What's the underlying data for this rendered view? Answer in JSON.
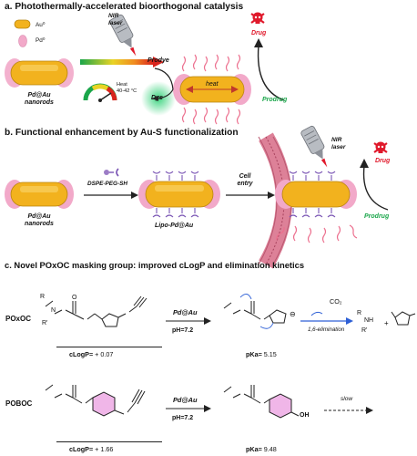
{
  "section_a": {
    "title": "a. Photothermally-accelerated bioorthogonal catalysis",
    "legend_au": "Au⁰",
    "legend_pd": "Pd⁰",
    "nir_laser": "NIR\nlaser",
    "prodye": "Prodye",
    "nanorods_label": "Pd@Au\nnanorods",
    "heat_gauge": "Heat\n40-42 °C",
    "heat": "heat",
    "dye": "Dye",
    "drug": "Drug",
    "prodrug": "Prodrug"
  },
  "section_b": {
    "title": "b. Functional enhancement by Au-S functionalization",
    "reagent": "DSPE-PEG-SH",
    "nanorods_label": "Pd@Au\nnanorods",
    "lipo_label": "Lipo-Pd@Au",
    "cell_entry": "Cell\nentry",
    "nir_laser": "NIR\nlaser",
    "drug": "Drug",
    "prodrug": "Prodrug"
  },
  "section_c": {
    "title": "c. Novel POxOC masking group: improved cLogP and elimination kinetics",
    "poxoc_name": "POxOC",
    "poboc_name": "POBOC",
    "catalyst": "Pd@Au",
    "ph": "pH=7.2",
    "poxoc_clogp_label": "cLogP=",
    "poxoc_clogp_value": "+ 0.07",
    "poboc_clogp_label": "cLogP=",
    "poboc_clogp_value": "+ 1.66",
    "poxoc_pka_label": "pKa=",
    "poxoc_pka_value": "5.15",
    "poboc_pka_label": "pKa=",
    "poboc_pka_value": "9.48",
    "co2": "CO₂",
    "elimination": "1,6-elimination",
    "slow": "slow",
    "plus": "+",
    "atoms": {
      "R": "R",
      "N": "N",
      "R_prime": "R'",
      "O": "O",
      "NH": "NH",
      "OH": "OH",
      "O_minus": "⊖"
    }
  },
  "colors": {
    "gold": "#f2b21e",
    "pink": "#f2a9c9",
    "red": "#e0192b",
    "green": "#1aa64a",
    "blue": "#2d5fd6",
    "purple_linker": "#7b56b5"
  },
  "icons": [
    "drug-skull-icon",
    "nir-laser-icon",
    "thermometer-gauge-icon",
    "membrane-icon"
  ]
}
